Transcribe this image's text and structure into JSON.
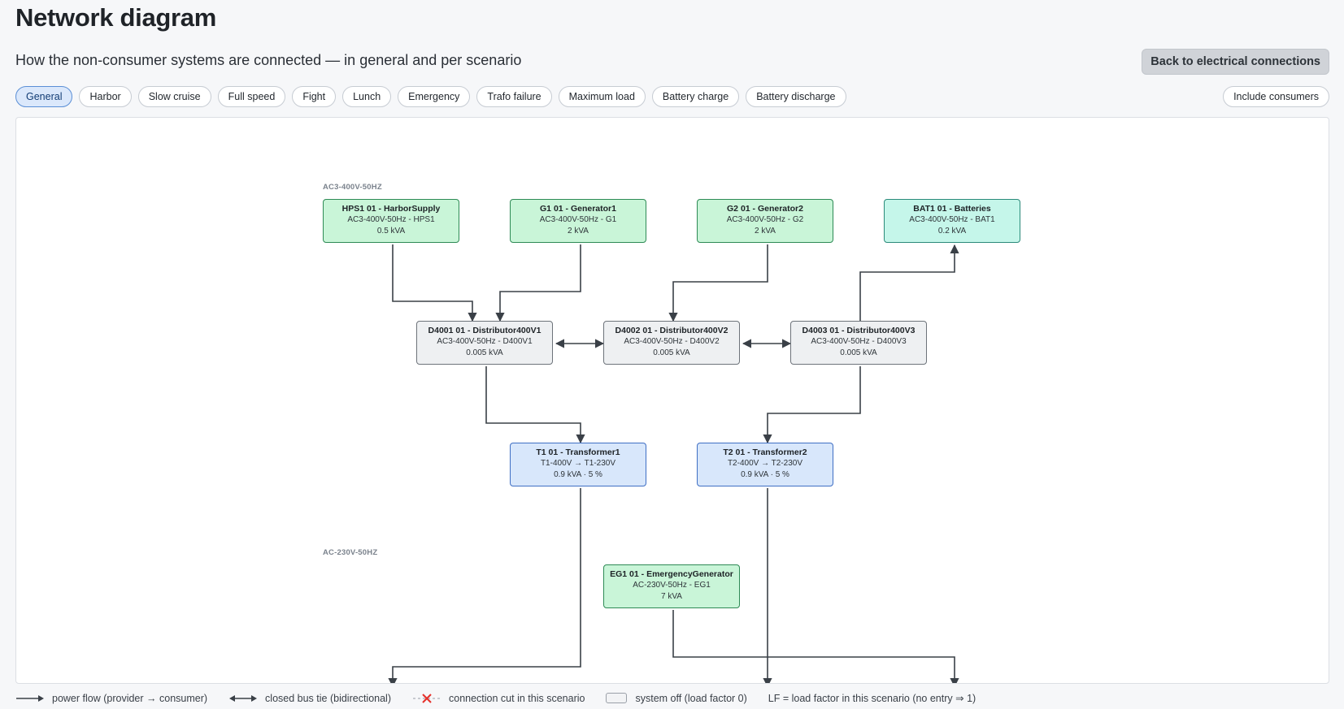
{
  "page": {
    "title": "Network diagram",
    "subtitle": "How the non-consumer systems are connected — in general and per scenario",
    "back_button": "Back to electrical connections",
    "include_consumers": "Include consumers"
  },
  "scenarios": [
    "General",
    "Harbor",
    "Slow cruise",
    "Full speed",
    "Fight",
    "Lunch",
    "Emergency",
    "Trafo failure",
    "Maximum load",
    "Battery charge",
    "Battery discharge"
  ],
  "active_scenario": "General",
  "lanes": {
    "ac400": "AC3-400V-50HZ",
    "ac230": "AC-230V-50HZ"
  },
  "nodes": {
    "hps1": {
      "title": "HPS1 01 - HarborSupply",
      "line1": "AC3-400V-50Hz - HPS1",
      "line2": "0.5 kVA"
    },
    "g1": {
      "title": "G1 01 - Generator1",
      "line1": "AC3-400V-50Hz - G1",
      "line2": "2 kVA"
    },
    "g2": {
      "title": "G2 01 - Generator2",
      "line1": "AC3-400V-50Hz - G2",
      "line2": "2 kVA"
    },
    "bat1": {
      "title": "BAT1 01 - Batteries",
      "line1": "AC3-400V-50Hz - BAT1",
      "line2": "0.2 kVA"
    },
    "d4001": {
      "title": "D4001 01 - Distributor400V1",
      "line1": "AC3-400V-50Hz - D400V1",
      "line2": "0.005 kVA"
    },
    "d4002": {
      "title": "D4002 01 - Distributor400V2",
      "line1": "AC3-400V-50Hz - D400V2",
      "line2": "0.005 kVA"
    },
    "d4003": {
      "title": "D4003 01 - Distributor400V3",
      "line1": "AC3-400V-50Hz - D400V3",
      "line2": "0.005 kVA"
    },
    "t1": {
      "title": "T1 01 - Transformer1",
      "line1": "T1-400V → T1-230V",
      "line2": "0.9 kVA · 5 %"
    },
    "t2": {
      "title": "T2 01 - Transformer2",
      "line1": "T2-400V → T2-230V",
      "line2": "0.9 kVA · 5 %"
    },
    "eg1": {
      "title": "EG1 01 - EmergencyGenerator",
      "line1": "AC-230V-50Hz - EG1",
      "line2": "7 kVA"
    }
  },
  "legend": {
    "power_flow": "power flow (provider → consumer)",
    "bus_tie": "closed bus tie (bidirectional)",
    "cut": "connection cut in this scenario",
    "off": "system off (load factor 0)",
    "lf": "LF = load factor in this scenario (no entry ⇒ 1)"
  },
  "colors": {
    "generator_fill": "#c9f5d8",
    "battery_fill": "#c5f6ea",
    "distributor_fill": "#eef0f2",
    "transformer_fill": "#d8e7fb",
    "cut_marker": "#e5302a"
  }
}
